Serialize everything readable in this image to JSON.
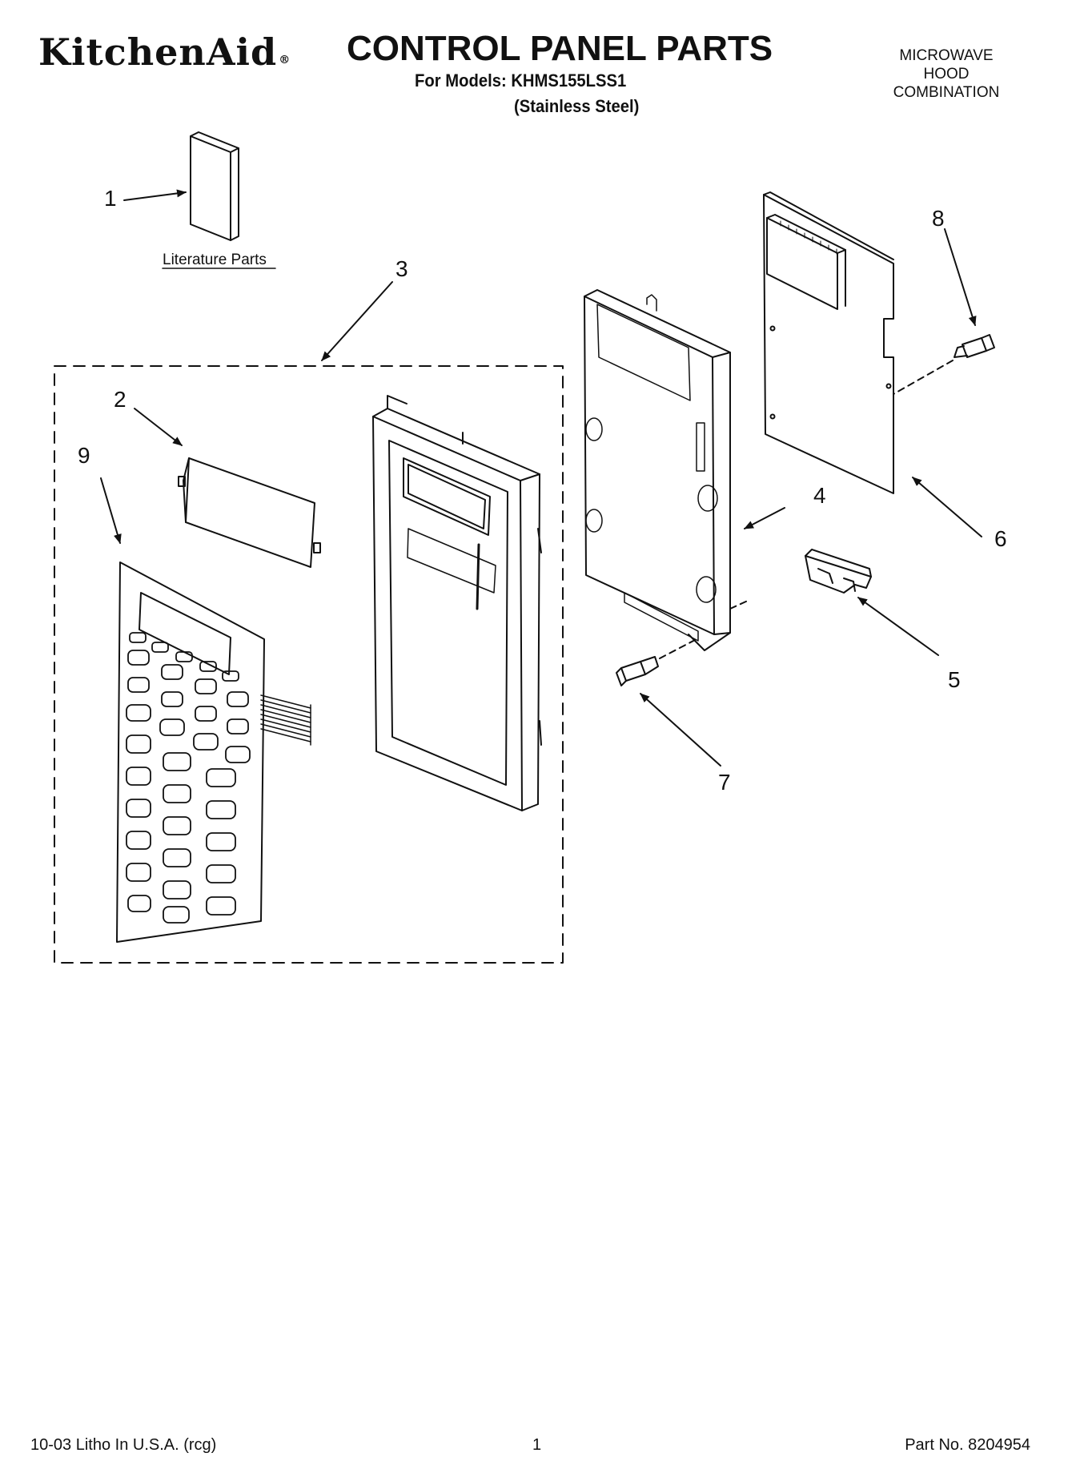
{
  "header": {
    "brand": "KitchenAid",
    "title": "CONTROL PANEL PARTS",
    "models_line": "For Models: KHMS155LSS1",
    "material": "(Stainless Steel)",
    "category": [
      "MICROWAVE",
      "HOOD",
      "COMBINATION"
    ]
  },
  "diagram": {
    "literature_label": "Literature Parts",
    "callouts": [
      "1",
      "2",
      "3",
      "4",
      "5",
      "6",
      "7",
      "8",
      "9"
    ]
  },
  "footer": {
    "left": "10-03 Litho In U.S.A. (rcg)",
    "page": "1",
    "part_no": "Part No. 8204954"
  }
}
